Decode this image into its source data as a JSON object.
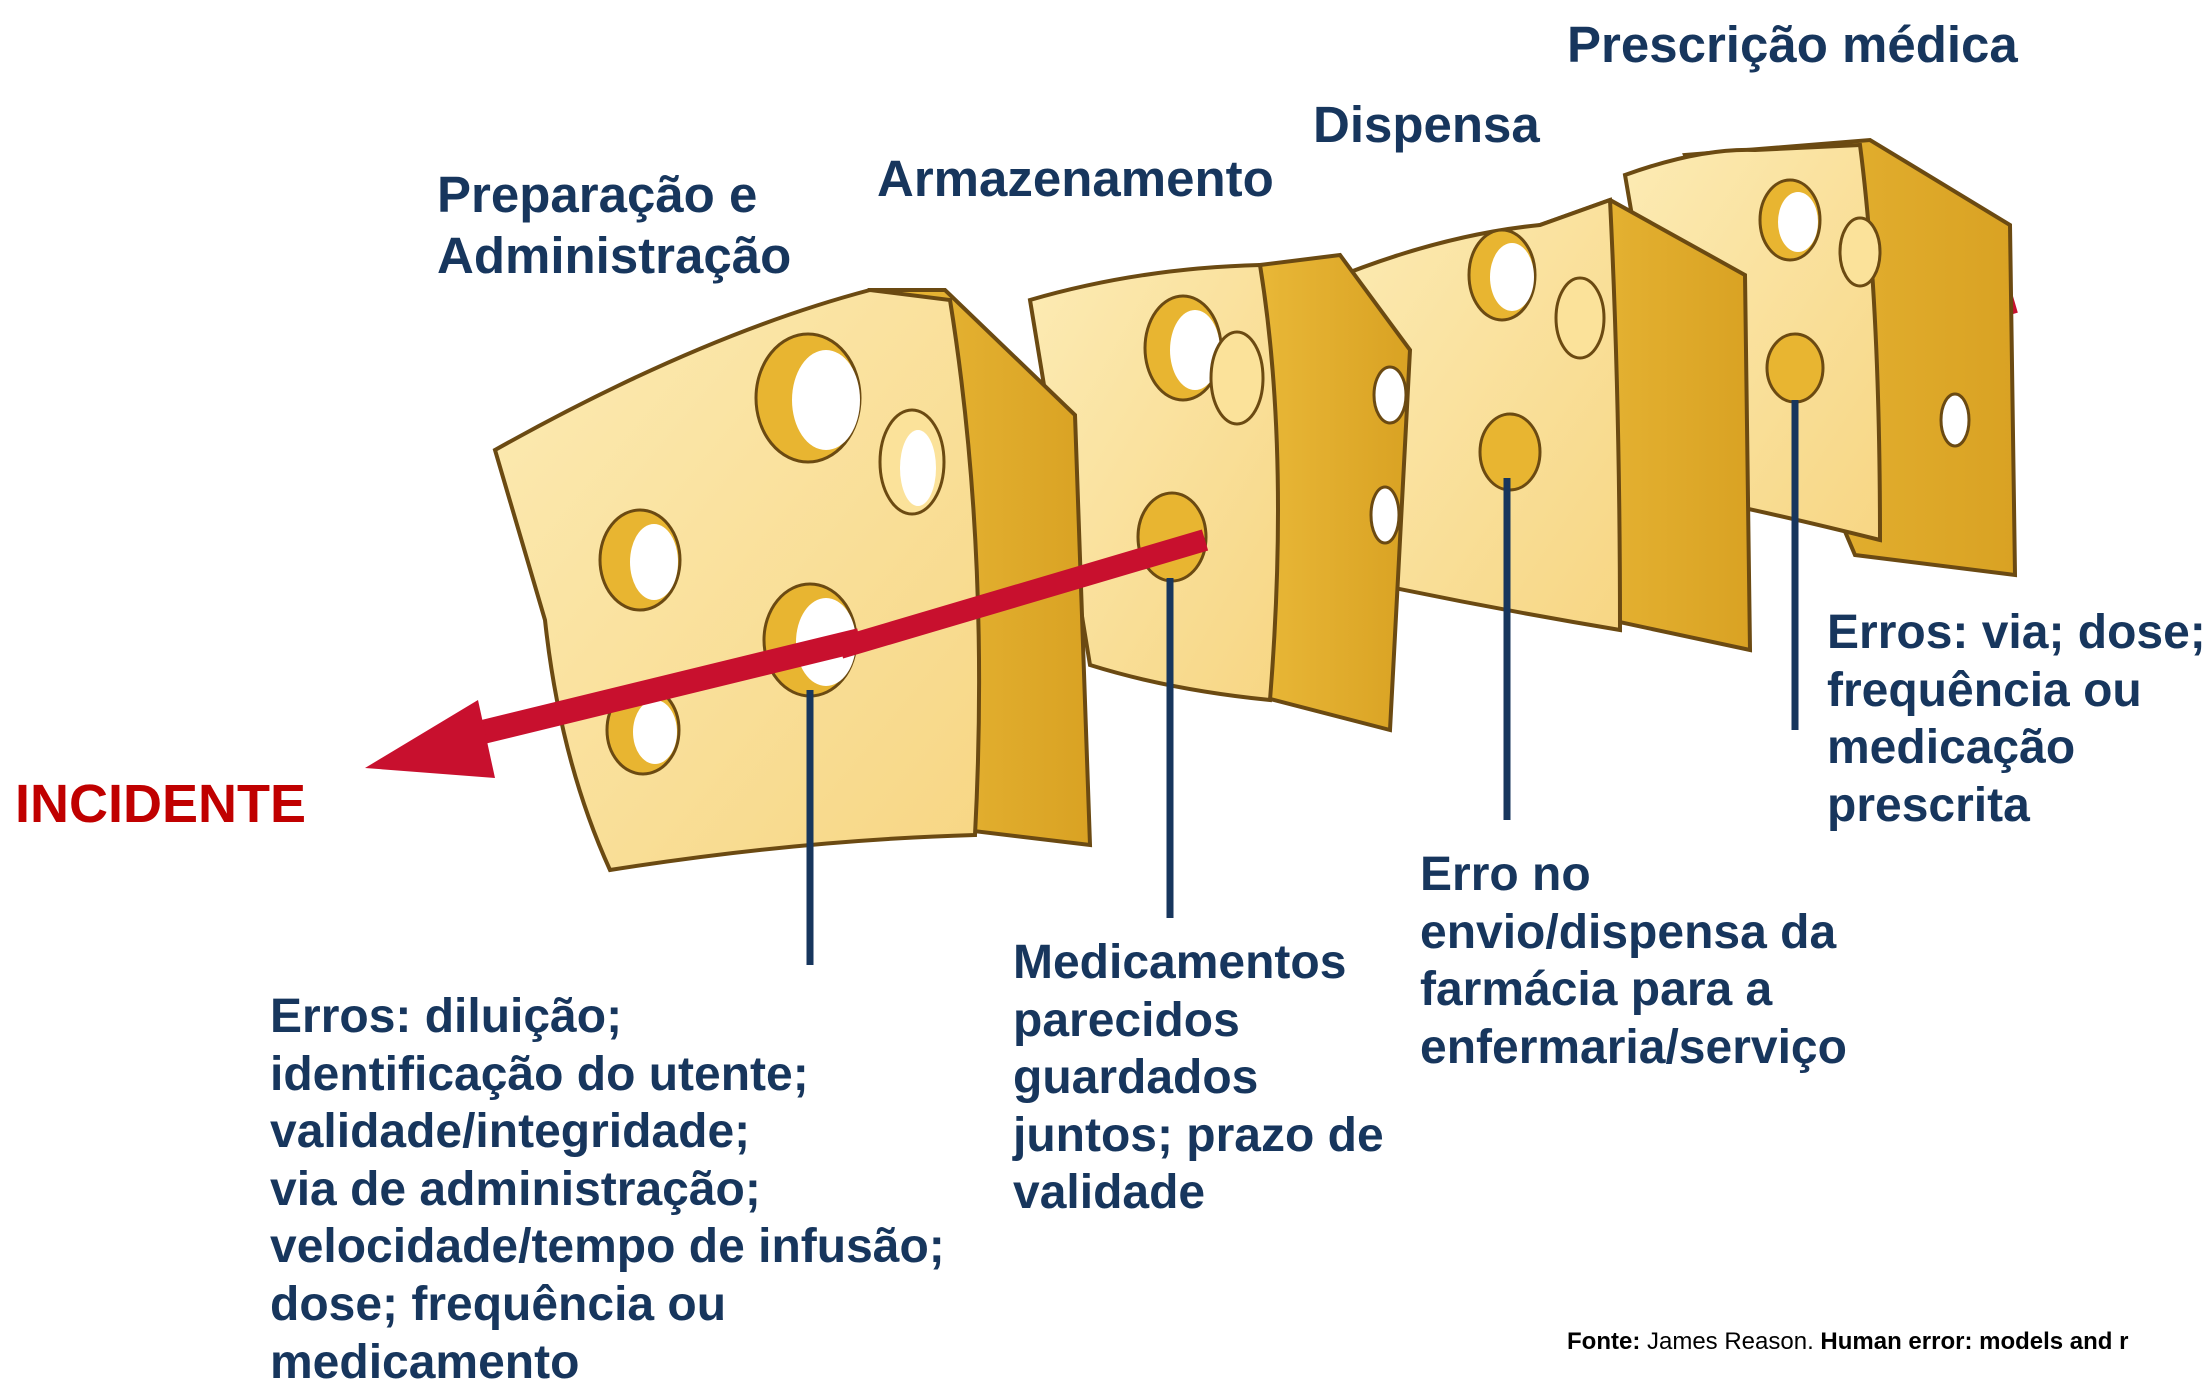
{
  "stages": [
    {
      "id": "prescricao",
      "title": "Prescrição médica",
      "description": "Erros: via; dose;\nfrequência ou\nmedicação\nprescrita"
    },
    {
      "id": "dispensa",
      "title": "Dispensa",
      "description": "Erro no\nenvio/dispensa da\nfarmácia para a\nenfermaria/serviço"
    },
    {
      "id": "armazenamento",
      "title": "Armazenamento",
      "description": "Medicamentos\nparecidos\nguardados\njuntos; prazo de\nvalidade"
    },
    {
      "id": "preparacao",
      "title": "Preparação e\nAdministração",
      "description": "Erros: diluição;\nidentificação do utente;\nvalidade/integridade;\nvia de administração;\nvelocidade/tempo de infusão;\ndose; frequência ou\nmedicamento"
    }
  ],
  "outcome": "INCIDENTE",
  "source": {
    "prefix": "Fonte:",
    "author": "James Reason.",
    "work": "Human error: models and r"
  },
  "colors": {
    "cheese_face": "#FBE29A",
    "cheese_side": "#E8B531",
    "cheese_outline": "#6B4A12",
    "hole": "#ffffff",
    "arrow": "#C8102E",
    "label": "#17365D",
    "incident": "#C00000"
  }
}
